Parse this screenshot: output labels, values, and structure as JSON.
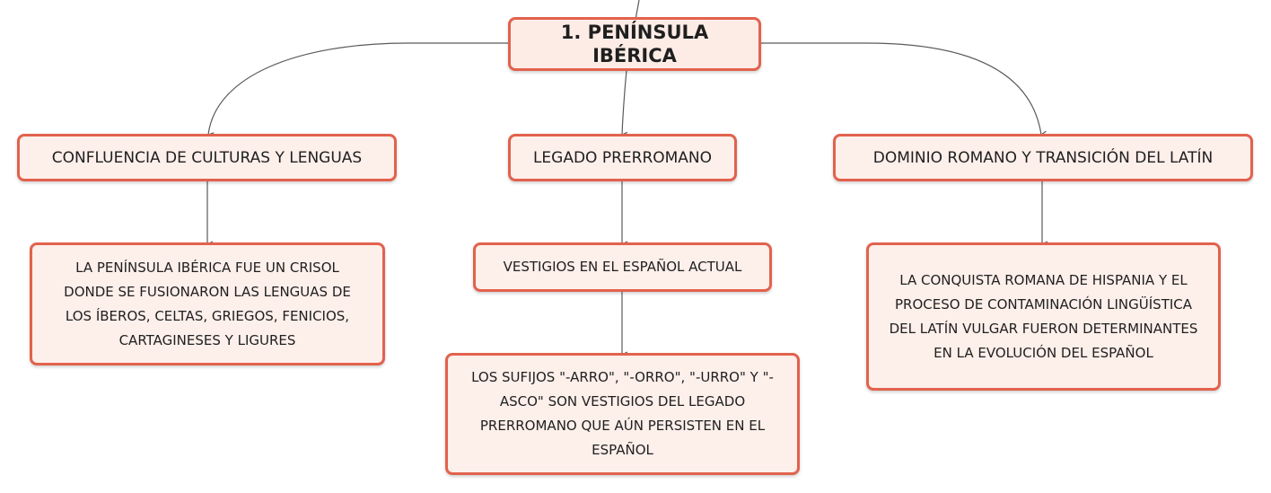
{
  "root": {
    "label": "1. PENÍNSULA IBÉRICA"
  },
  "branches": [
    {
      "label": "CONFLUENCIA DE CULTURAS Y LENGUAS",
      "children": [
        {
          "label": "LA PENÍNSULA IBÉRICA FUE UN CRISOL DONDE SE FUSIONARON LAS LENGUAS DE LOS ÍBEROS, CELTAS, GRIEGOS, FENICIOS, CARTAGINESES Y LIGURES"
        }
      ]
    },
    {
      "label": "LEGADO PRERROMANO",
      "children": [
        {
          "label": "VESTIGIOS EN EL ESPAÑOL ACTUAL",
          "children": [
            {
              "label": "LOS SUFIJOS \"-ARRO\", \"-ORRO\", \"-URRO\" Y \"-ASCO\" SON VESTIGIOS DEL LEGADO PRERROMANO QUE AÚN PERSISTEN EN EL ESPAÑOL"
            }
          ]
        }
      ]
    },
    {
      "label": "DOMINIO ROMANO Y TRANSICIÓN DEL LATÍN",
      "children": [
        {
          "label": "LA CONQUISTA ROMANA DE HISPANIA Y EL PROCESO DE CONTAMINACIÓN LINGÜÍSTICA DEL LATÍN VULGAR FUERON DETERMINANTES EN LA EVOLUCIÓN DEL ESPAÑOL"
        }
      ]
    }
  ],
  "colors": {
    "node_border": "#e2624d",
    "node_fill": "#fdefea",
    "connector": "#5a5a5a"
  }
}
